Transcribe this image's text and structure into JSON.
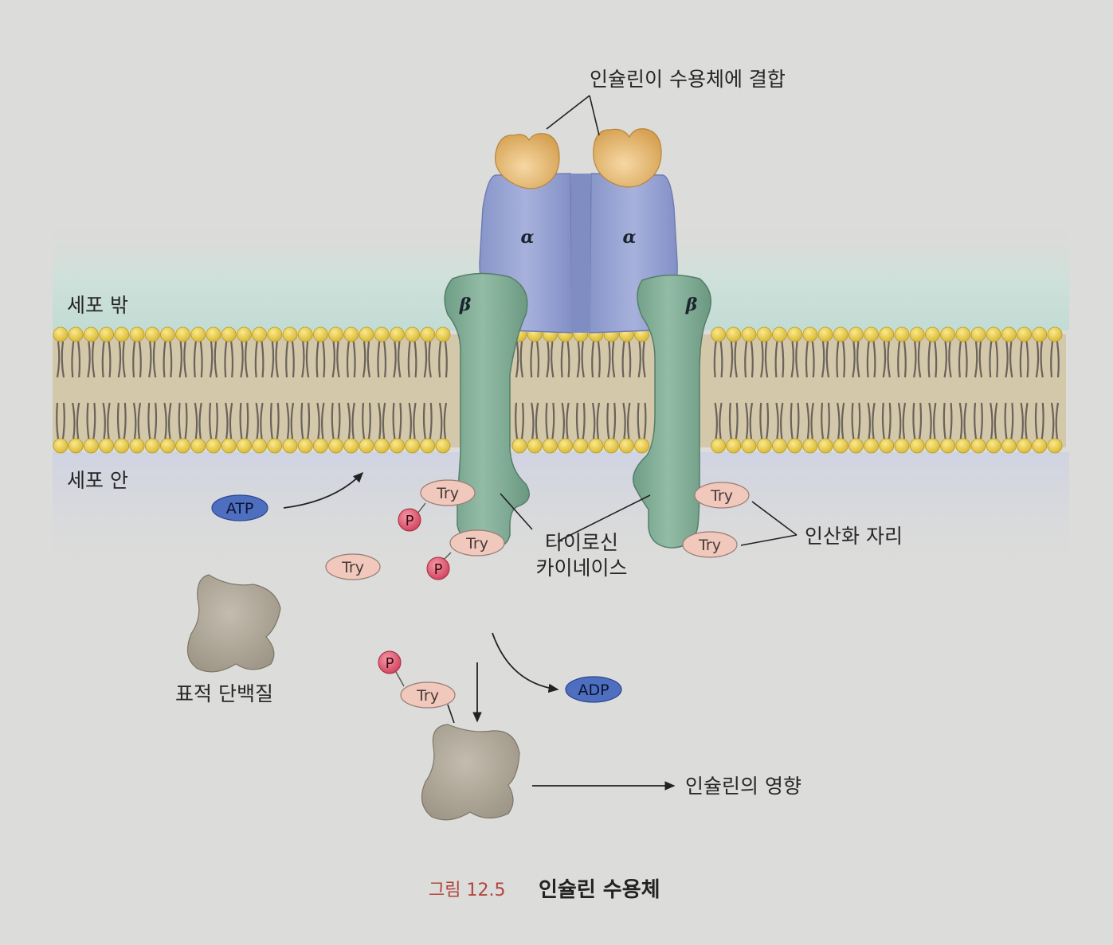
{
  "labels": {
    "insulin_binding": "인슐린이 수용체에 결합",
    "outside_cell": "세포 밖",
    "inside_cell": "세포 안",
    "alpha_left": "α",
    "alpha_right": "α",
    "beta_left": "β",
    "beta_right": "β",
    "atp": "ATP",
    "adp": "ADP",
    "tyrosine_kinase_line1": "타이로신",
    "tyrosine_kinase_line2": "카이네이스",
    "phosphorylation_site": "인산화 자리",
    "target_protein": "표적 단백질",
    "insulin_effect": "인슐린의 영향",
    "try_1": "Try",
    "try_2": "Try",
    "try_3": "Try",
    "try_4": "Try",
    "try_5": "Try",
    "try_6": "Try",
    "p_1": "P",
    "p_2": "P",
    "p_3": "P"
  },
  "caption": {
    "number": "그림 12.5",
    "title": "인슐린 수용체"
  },
  "colors": {
    "alpha_subunit": "#9aa6d4",
    "beta_subunit": "#7fab94",
    "insulin": "#d9a85e",
    "membrane_core": "#cfc4a6",
    "phospholipid_head": "#e8cf52",
    "try_badge": "#f0c8bc",
    "phosphate": "#d9546a",
    "atp_adp": "#4e6fc0",
    "target_protein": "#aba395",
    "outside_band": "#c6ddd6",
    "inside_band": "#d2d4e2"
  }
}
